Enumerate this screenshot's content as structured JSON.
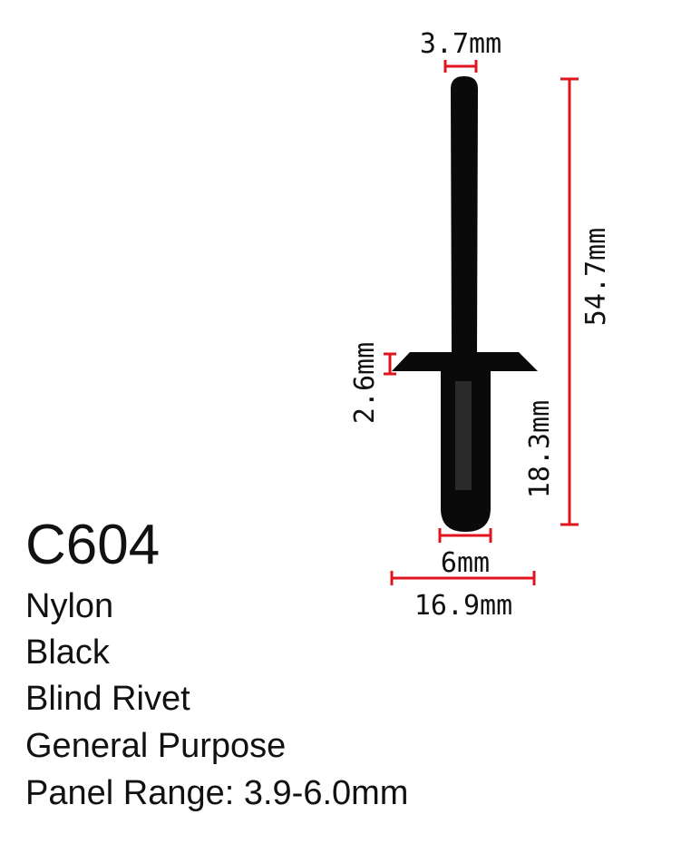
{
  "product": {
    "code": "C604",
    "specs": [
      "Nylon",
      "Black",
      "Blind Rivet",
      "General Purpose",
      "Panel Range: 3.9-6.0mm"
    ]
  },
  "dimensions": {
    "pin_diameter": "3.7mm",
    "total_length": "54.7mm",
    "head_thickness": "2.6mm",
    "body_length": "18.3mm",
    "body_diameter": "6mm",
    "head_diameter": "16.9mm"
  },
  "colors": {
    "dimension_line": "#e0141c",
    "part": "#0a0a0a"
  }
}
